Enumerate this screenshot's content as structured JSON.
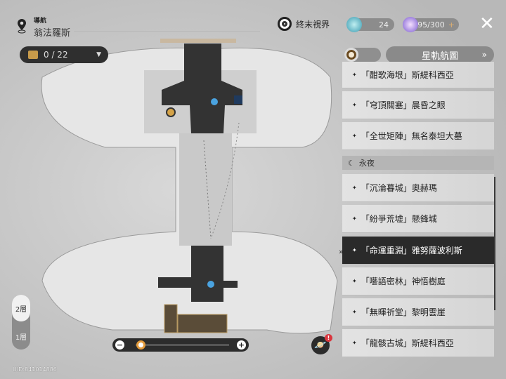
{
  "header": {
    "nav_label": "導航",
    "location": "翁法羅斯",
    "world": "終末視界",
    "currency1": "24",
    "currency2": "95/300",
    "currency2_plus": "+",
    "close": "✕"
  },
  "chest": {
    "count": "0 / 22",
    "arrow": "▼"
  },
  "star_rail_map": {
    "label": "星軌航圖",
    "chevron": "»"
  },
  "list": {
    "items_top": [
      "「酣歌海垠」斯緹科西亞",
      "「穹頂關塞」晨昏之眼",
      "「全世矩陣」無名泰坦大墓"
    ],
    "section": "永夜",
    "items": [
      "「沉淪暮城」奧赫瑪",
      "「紛爭荒墟」懸鋒城",
      "「命運重淵」雅努薩波利斯",
      "「囈語密林」神悟樹庭",
      "「無暉祈堂」黎明雲崖",
      "「龍骸古城」斯緹科西亞"
    ],
    "selected_index": 2,
    "bullet": "✦"
  },
  "floors": [
    "2層",
    "1層"
  ],
  "active_floor": "2層",
  "zoom": {
    "minus": "−",
    "plus": "+",
    "level": 0.05
  },
  "alert": "!",
  "uid": "UID:841014886"
}
